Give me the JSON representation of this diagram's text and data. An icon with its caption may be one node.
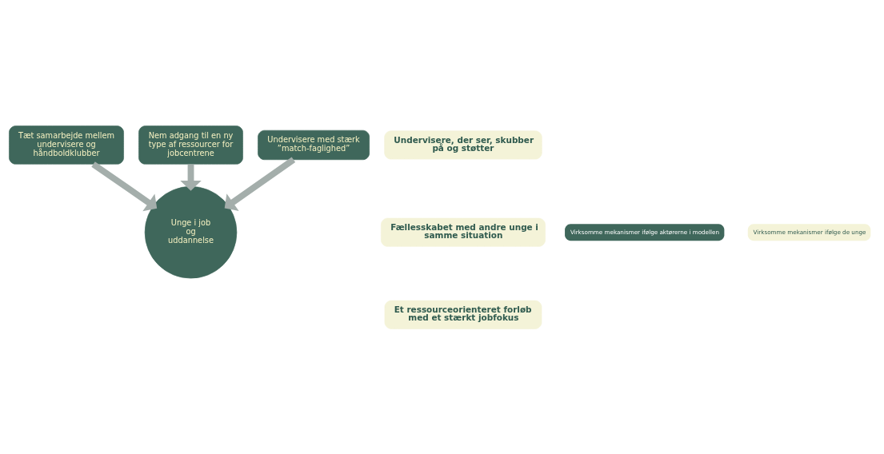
{
  "diagram": {
    "nodes": [
      {
        "text": [
          "Tæt samarbejde mellem undervisere og håndboldklubber"
        ]
      },
      {
        "text": [
          "Undervisere, der ser, skubber på og støtter"
        ]
      },
      {
        "text": [
          "Nem adgang til en ny type af ressourcer for jobcentrene"
        ]
      },
      {
        "text": [
          "Undervisere med stærk ”match-faglighed”"
        ]
      },
      {
        "text": [
          "Fællesskabet med andre unge i samme situation"
        ]
      },
      {
        "text": [
          "Et ressourceorienteret forløb med et stærkt jobfokus"
        ]
      },
      {
        "text": [
          "Unge i job og uddannelse"
        ]
      }
    ],
    "edges": [
      {
        "from": 2,
        "to": 6,
        "arrow": "to"
      },
      {
        "from": 0,
        "to": 6,
        "arrow": "to"
      },
      {
        "from": 3,
        "to": 6,
        "arrow": "to"
      }
    ],
    "legend": [
      {
        "text": "Virksomme mekanismer ifølge aktørerne i modellen",
        "color": "#3f675b"
      },
      {
        "text": "Virksomme mekanismer ifølge de unge",
        "color": "#f4f3d8"
      }
    ]
  }
}
